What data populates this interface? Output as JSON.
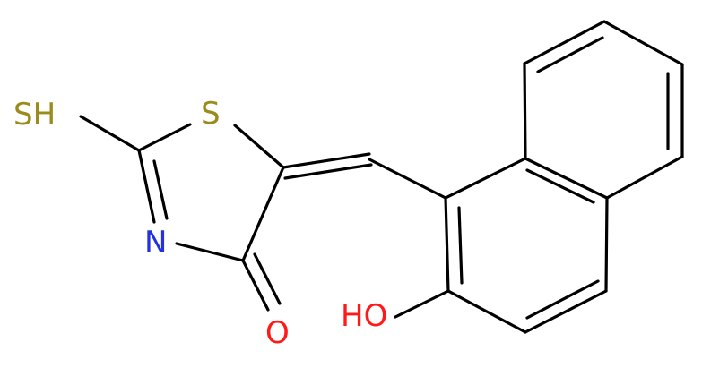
{
  "molecule": {
    "atoms": [
      {
        "symbol": "SH",
        "color": "#9C8A1A"
      },
      {
        "symbol": "S",
        "color": "#9C8A1A"
      },
      {
        "symbol": "N",
        "color": "#2233DD"
      },
      {
        "symbol": "O",
        "color": "#FF1A1A"
      },
      {
        "symbol": "HO",
        "color": "#FF1A1A"
      }
    ]
  }
}
